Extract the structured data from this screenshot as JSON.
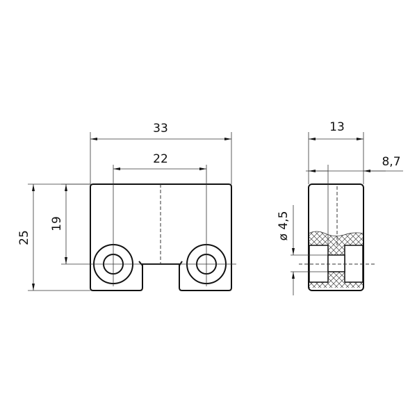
{
  "dimensions": {
    "overall_width": "33",
    "hole_spacing": "22",
    "overall_height": "25",
    "hole_height": "19",
    "side_width": "13",
    "side_offset": "8,7",
    "hole_diameter": "ø 4,5"
  }
}
